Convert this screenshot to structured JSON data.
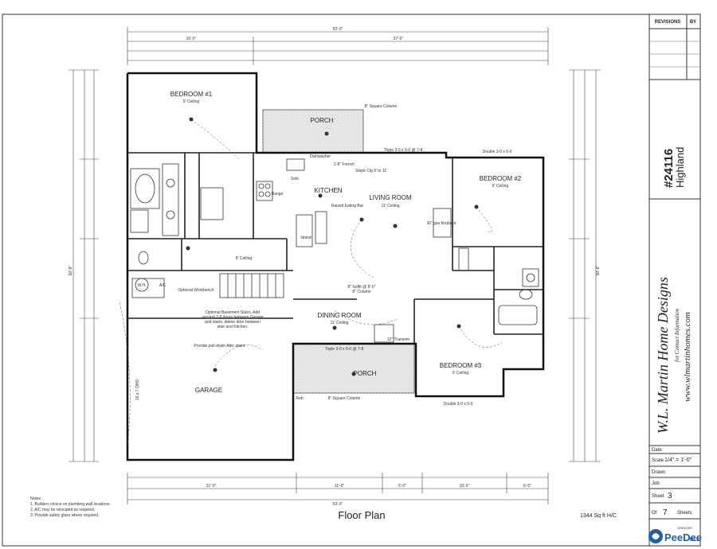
{
  "plan": {
    "title": "Floor Plan",
    "area": "1344 Sq ft H/C",
    "notes": [
      "Notes:",
      "1. Builders choice on plumbing wall locations.",
      "2. A/C may be relocated as required.",
      "3. Provide safety glass where required."
    ],
    "dims": {
      "overall_top": "53'-0\"",
      "overall_bottom": "53'-0\"",
      "left_side": "50'-8\"",
      "right_side": "50'-8\"",
      "top_left": "16'-0\"",
      "top_right": "37'-0\"",
      "bottom_left": "21'-0\"",
      "bottom_mid": "11'-0\"",
      "bottom_mid2": "5'-0\"",
      "bottom_mid3": "10'-6\"",
      "bottom_right": "6'-6\""
    }
  },
  "rooms": {
    "bedroom1": {
      "name": "BEDROOM #1",
      "ceiling": "9' Ceiling"
    },
    "bedroom2": {
      "name": "BEDROOM #2",
      "ceiling": "9' Ceiling"
    },
    "bedroom3": {
      "name": "BEDROOM #3",
      "ceiling": "9' Ceiling"
    },
    "kitchen": {
      "name": "KITCHEN"
    },
    "living": {
      "name": "LIVING ROOM",
      "ceiling": "11' Ceiling"
    },
    "dining": {
      "name": "DINING ROOM",
      "ceiling": "11' Ceiling"
    },
    "garage": {
      "name": "GARAGE",
      "door": "16 x 7 OHD"
    },
    "porch_top": {
      "name": "PORCH"
    },
    "porch_bottom": {
      "name": "PORCH"
    }
  },
  "annotations": {
    "raised_bar": "Raised Eating Bar",
    "island": "Island",
    "column_top": "8\" Square Column",
    "column_bottom": "8\" Square Column",
    "triple_top": "Triple 3-0 x 6-0 @ 7-8",
    "triple_bottom": "Triple 3-0 x 6-0 @ 7-8",
    "double_top": "Double 3-0 x 5-0",
    "double_bottom": "Double 3-0 x 5-0",
    "slope": "Slope Clg 9' to 11'",
    "soffit": "8\" Soffit @ 8'-0\"",
    "column_mid": "8\" Column",
    "transom": "12\" Transom",
    "pull_down": "Provide pull-down Attic stairs.",
    "workbench": "Optional Workbench",
    "basement": "Optional Basement Stairs. Add second 2-8 doors between Garage and stairs, delete door between stair and Kitchen.",
    "wh": "W.H.",
    "ac": "A/C",
    "range": "Range",
    "sink": "Sink",
    "dishwasher": "Dishwasher",
    "french": "2-8\" French",
    "ceiling8": "8' Ceiling",
    "fireplace": "36\" gas fireplace",
    "reb": "Reb"
  },
  "title_block": {
    "revisions": "REVISIONS",
    "by": "BY",
    "plan_no": "#24116",
    "plan_name": "Highland",
    "company": "W.L. Martin Home Designs",
    "contact": "for Contact Information",
    "website": "www.wlmartinhomes.com",
    "date_label": "Date",
    "scale_label": "Scale",
    "scale_value": "1/4\" = 1'-0\"",
    "drawn_label": "Drawn",
    "job_label": "Job",
    "sheet_label": "Sheet",
    "sheet_value": "3",
    "of_label": "Of",
    "of_value": "7",
    "sheets_label": "Sheets"
  },
  "watermark": {
    "top": "GREATER",
    "brand": "PeeDee",
    "suffix": "MLS"
  }
}
